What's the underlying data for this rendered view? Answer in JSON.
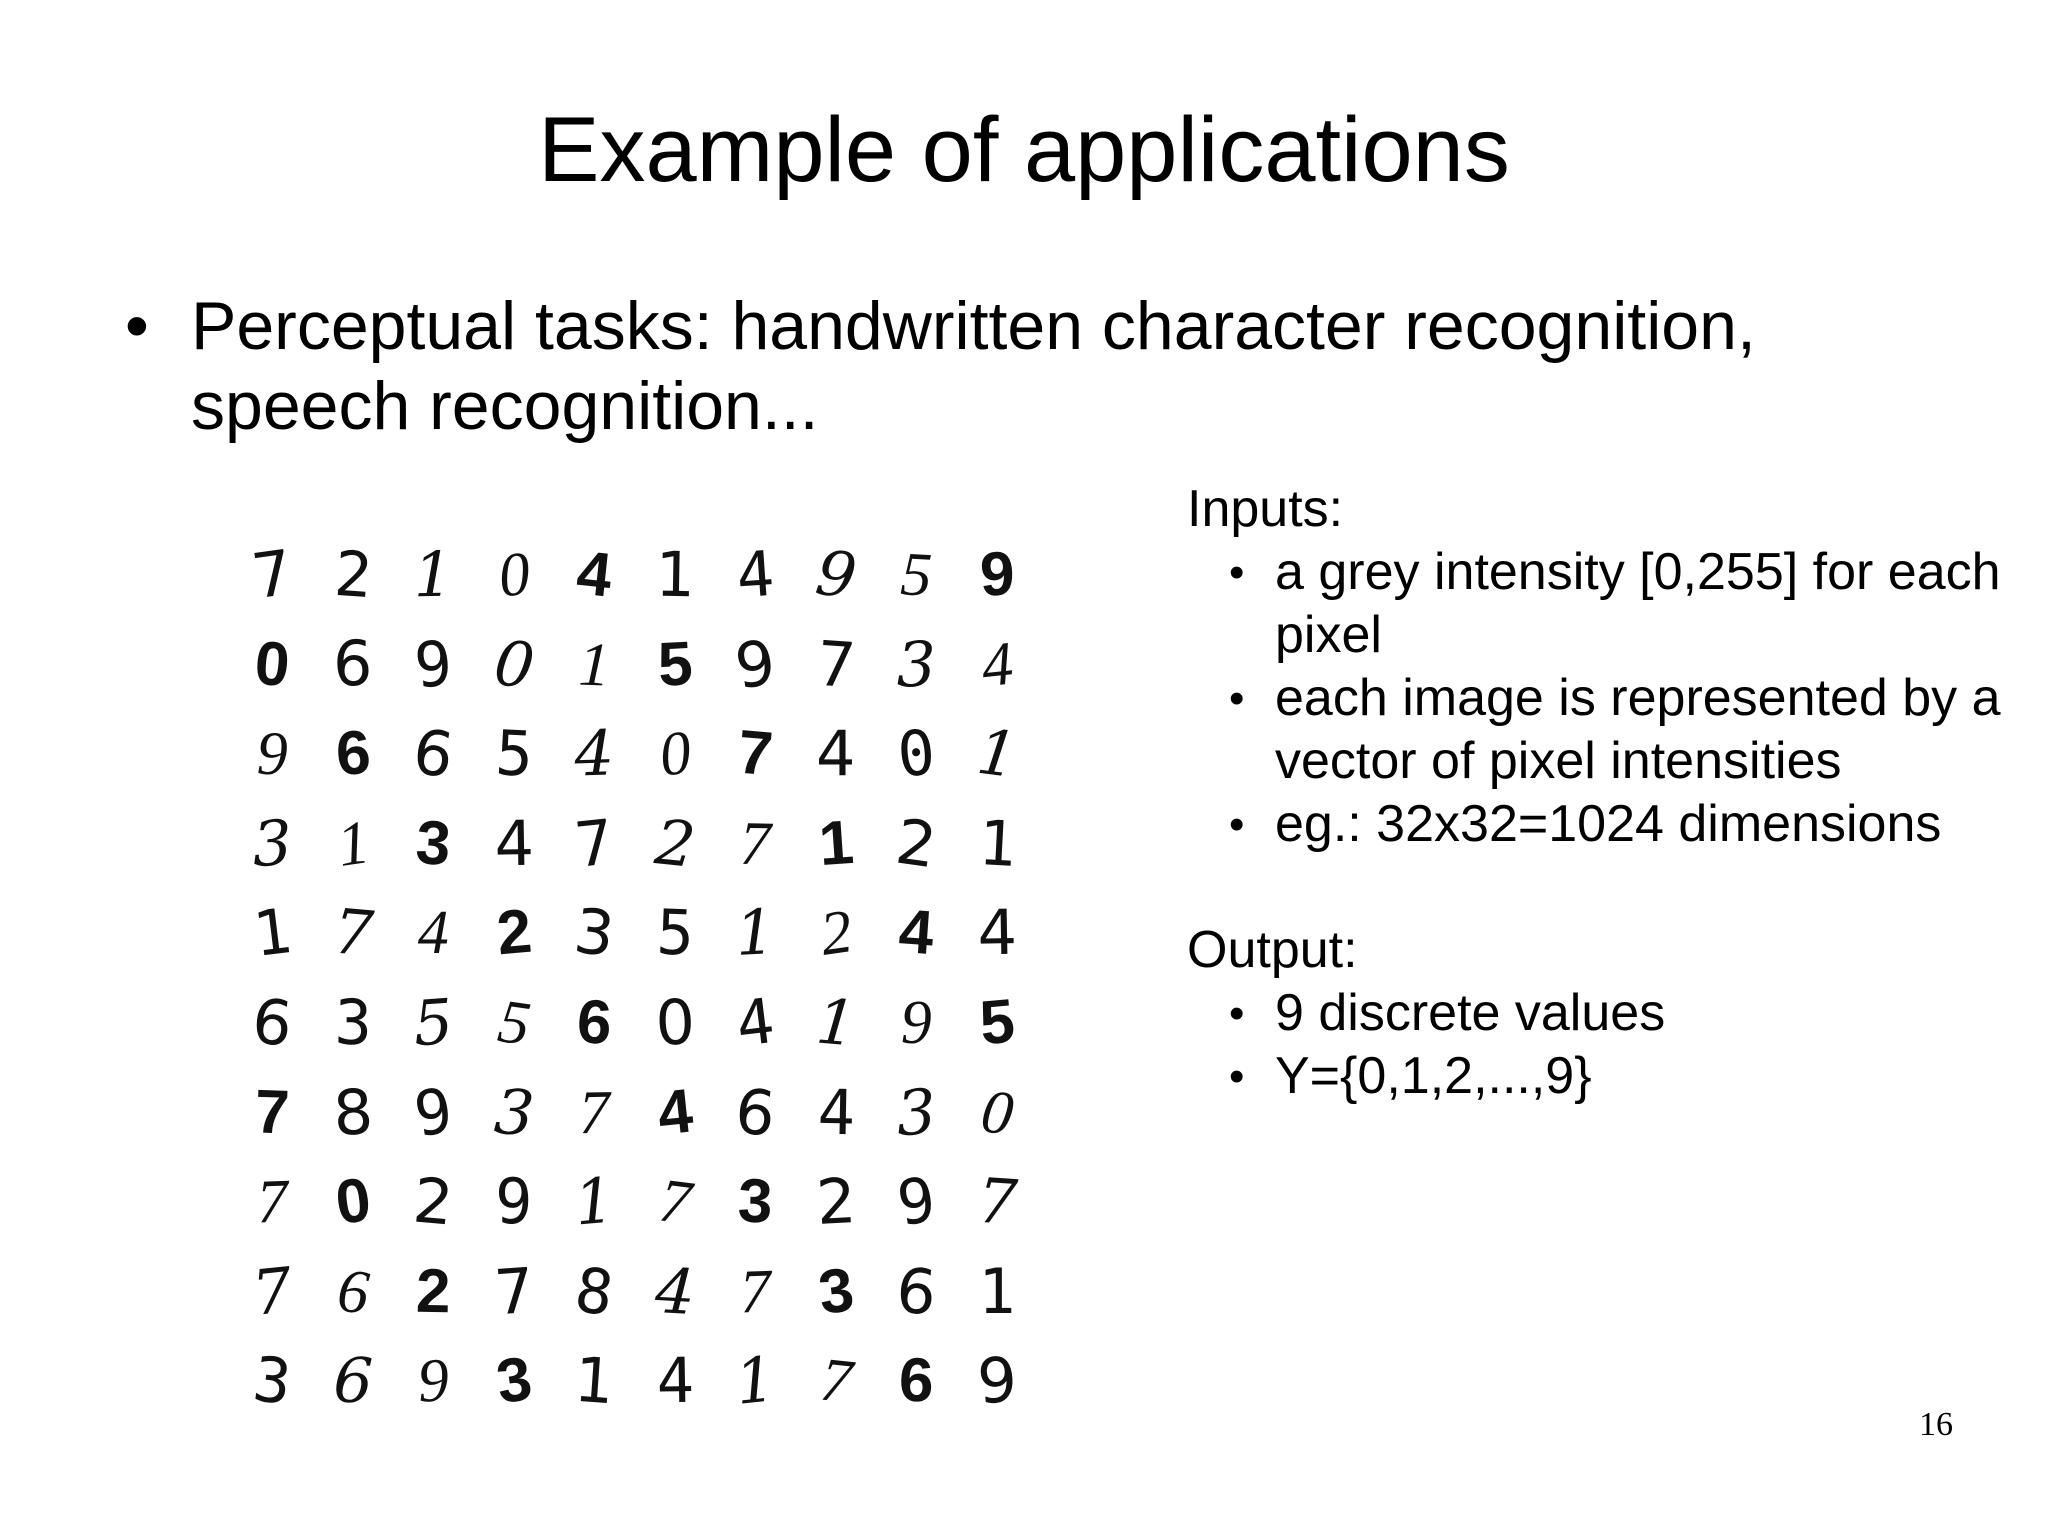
{
  "slide": {
    "title": "Example of applications",
    "bullet": "Perceptual tasks: handwritten character recognition, speech recognition...",
    "page_number": "16"
  },
  "digit_grid": {
    "rows": [
      [
        "7",
        "2",
        "1",
        "0",
        "4",
        "1",
        "4",
        "9",
        "5",
        "9"
      ],
      [
        "0",
        "6",
        "9",
        "0",
        "1",
        "5",
        "9",
        "7",
        "3",
        "4"
      ],
      [
        "9",
        "6",
        "6",
        "5",
        "4",
        "0",
        "7",
        "4",
        "0",
        "1"
      ],
      [
        "3",
        "1",
        "3",
        "4",
        "7",
        "2",
        "7",
        "1",
        "2",
        "1"
      ],
      [
        "1",
        "7",
        "4",
        "2",
        "3",
        "5",
        "1",
        "2",
        "4",
        "4"
      ],
      [
        "6",
        "3",
        "5",
        "5",
        "6",
        "0",
        "4",
        "1",
        "9",
        "5"
      ],
      [
        "7",
        "8",
        "9",
        "3",
        "7",
        "4",
        "6",
        "4",
        "3",
        "0"
      ],
      [
        "7",
        "0",
        "2",
        "9",
        "1",
        "7",
        "3",
        "2",
        "9",
        "7"
      ],
      [
        "7",
        "6",
        "2",
        "7",
        "8",
        "4",
        "7",
        "3",
        "6",
        "1"
      ],
      [
        "3",
        "6",
        "9",
        "3",
        "1",
        "4",
        "1",
        "7",
        "6",
        "9"
      ]
    ]
  },
  "inputs": {
    "label": "Inputs:",
    "items": [
      "a grey intensity [0,255] for each pixel",
      "each image is represented by a vector of pixel intensities",
      "eg.: 32x32=1024 dimensions"
    ]
  },
  "output": {
    "label": "Output:",
    "items": [
      "9 discrete values",
      "Y={0,1,2,...,9}"
    ]
  }
}
